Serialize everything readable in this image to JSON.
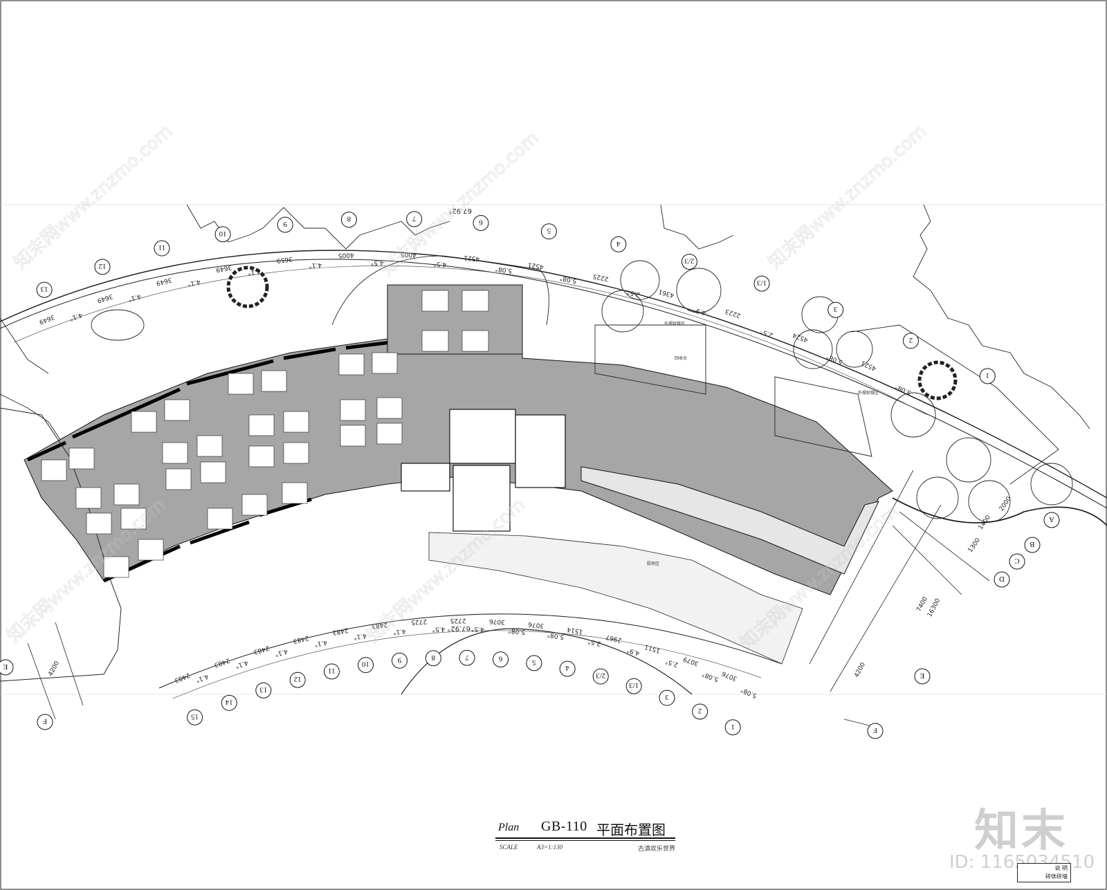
{
  "drawing": {
    "plan_word": "Plan",
    "plan_code": "GB-110",
    "plan_name": "平面布置图",
    "scale_label": "SCALE",
    "scale_value": "A3=1:130",
    "project_name": "古滇欢乐世界"
  },
  "zones": {
    "outdoor_dining_1": "外摆就餐区",
    "outdoor_dining_2": "外摆就餐区",
    "return_counter": "回收台",
    "kitchen": "厨房区"
  },
  "outer_axes": [
    "13",
    "12",
    "11",
    "10",
    "9",
    "8",
    "7",
    "6",
    "5",
    "4",
    "2/3",
    "1/3",
    "3",
    "2",
    "1"
  ],
  "outer_dims": [
    "3649",
    "4.1°",
    "3649",
    "4.1°",
    "3649",
    "4.1°",
    "3649",
    "4.1°",
    "3659",
    "4.1°",
    "4005",
    "4.5°",
    "4005",
    "4.5°",
    "4521",
    "5.08°",
    "4521",
    "5.08°",
    "2225",
    "2.5°",
    "4361",
    "4.9°",
    "2223",
    "2.5°",
    "4524",
    "5.08°",
    "4521",
    "5.08°"
  ],
  "outer_total": "67.92°",
  "inner_axes": [
    "15",
    "14",
    "13",
    "12",
    "11",
    "10",
    "9",
    "8",
    "7",
    "6",
    "5",
    "4",
    "2/3",
    "1/3",
    "3",
    "2",
    "1"
  ],
  "inner_dims": [
    "2483",
    "4.1°",
    "2483",
    "4.1°",
    "2483",
    "4.1°",
    "2483",
    "4.1°",
    "2483",
    "4.1°",
    "2483",
    "4.1°",
    "2725",
    "4.5°",
    "2725",
    "4.5°",
    "3076",
    "5.08°",
    "3076",
    "5.08°",
    "1514",
    "2.5°",
    "2967",
    "4.9°",
    "1511",
    "2.5°",
    "3079",
    "5.08°",
    "3076",
    "5.08°"
  ],
  "inner_total": "67.92°",
  "radial_axes": [
    "A",
    "B",
    "C",
    "D",
    "E",
    "F",
    "F",
    "E"
  ],
  "radial_dims": [
    "2000",
    "1400",
    "1300",
    "7400",
    "16300",
    "4200",
    "4200"
  ],
  "brand": {
    "logo": "知末",
    "id": "ID: 1165034510"
  },
  "legend": {
    "row1": "说 明",
    "row2": "砖体砖墙"
  },
  "colors": {
    "floor": "#a6a6a6",
    "line": "#1a1a1a",
    "wall": "#000000",
    "watermark": "#d9d9d9"
  }
}
